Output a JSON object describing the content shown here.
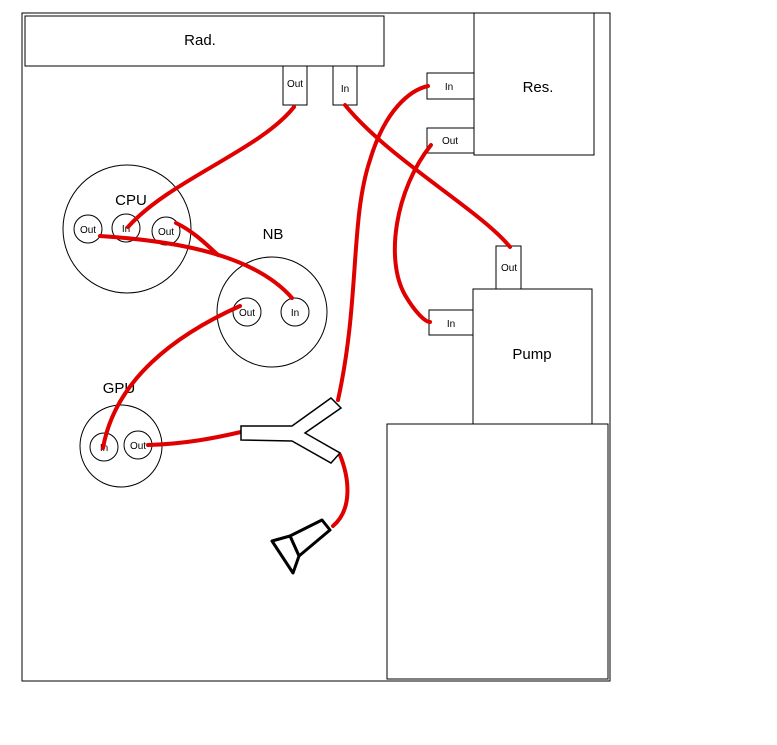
{
  "components": {
    "radiator": "Rad.",
    "reservoir": "Res.",
    "pump": "Pump",
    "cpu": "CPU",
    "northbridge": "NB",
    "gpu": "GPU"
  },
  "ports": {
    "in": "In",
    "out": "Out"
  },
  "colors": {
    "tubing": "#e00000",
    "outline": "#000000",
    "background": "#ffffff"
  }
}
